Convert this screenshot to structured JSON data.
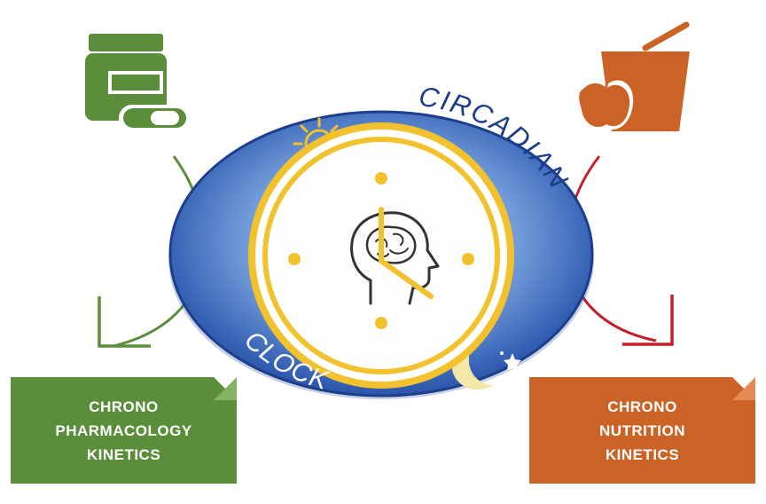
{
  "diagram": {
    "ring_top_label": "CIRCADIAN",
    "ring_bottom_label": "CLOCK",
    "left_box": {
      "line1": "CHRONO",
      "line2": "PHARMACOLOGY",
      "line3": "KINETICS"
    },
    "right_box": {
      "line1": "CHRONO",
      "line2": "NUTRITION",
      "line3": "KINETICS"
    },
    "icons": {
      "top_left": "medicine-bottle-icon",
      "top_right": "apple-and-drink-icon",
      "center": "head-with-brain-icon",
      "day": "sun-icon",
      "night": "moon-and-stars-icon"
    },
    "colors": {
      "pharmacology_green": "#5a8e3a",
      "nutrition_orange": "#cc6326",
      "clock_blue": "#2c54a6",
      "clock_gold": "#f2c12e",
      "arrow_red": "#c0202a"
    }
  }
}
